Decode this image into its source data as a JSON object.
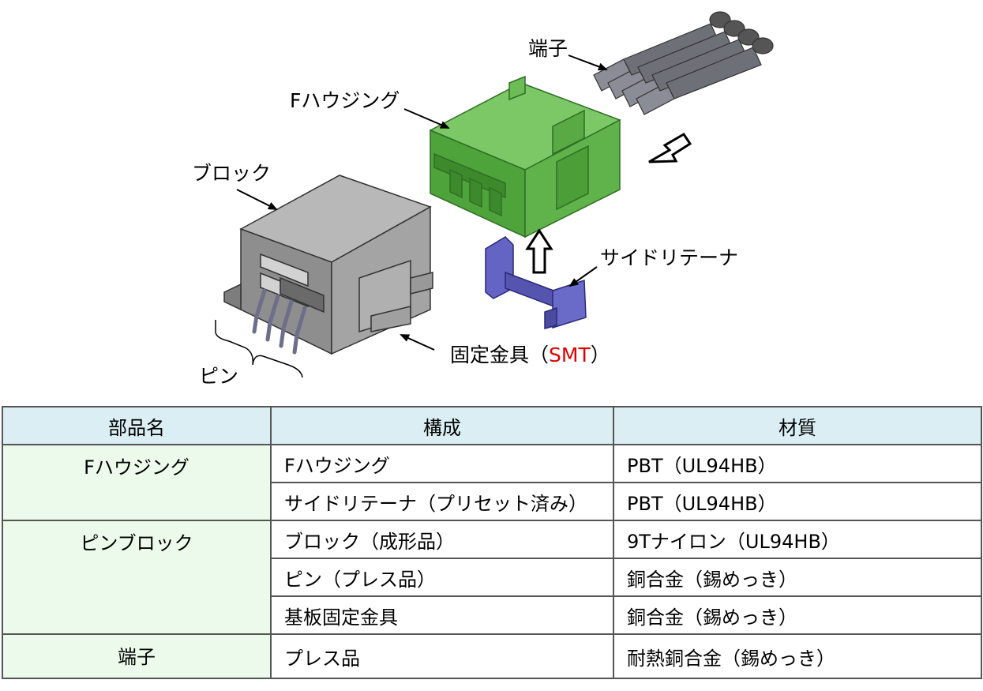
{
  "labels": {
    "terminal": "端子",
    "f_housing": "Fハウジング",
    "block": "ブロック",
    "side_retainer": "サイドリテーナ",
    "fixing_bracket": "固定金具（",
    "fixing_bracket_smt": "SMT",
    "fixing_bracket_close": "）",
    "pin": "ピン"
  },
  "colors": {
    "housing_green": "#5fb34a",
    "block_gray": "#9a9a9a",
    "retainer_blue": "#5a5ab8",
    "terminal_gray": "#7a7d86",
    "smt_red": "#e00000",
    "table_header": "#daeef3",
    "table_name_cell": "#ebfaeb"
  },
  "table": {
    "headers": [
      "部品名",
      "構成",
      "材質"
    ],
    "rows": [
      {
        "part": "Fハウジング",
        "rowspan": 2,
        "items": [
          {
            "component": "Fハウジング",
            "material": "PBT（UL94HB）"
          },
          {
            "component": "サイドリテーナ（プリセット済み）",
            "material": "PBT（UL94HB）"
          }
        ]
      },
      {
        "part": "ピンブロック",
        "rowspan": 3,
        "items": [
          {
            "component": "ブロック（成形品）",
            "material": "9Tナイロン（UL94HB）"
          },
          {
            "component": "ピン（プレス品）",
            "material": "銅合金（錫めっき）"
          },
          {
            "component": "基板固定金具",
            "material": "銅合金（錫めっき）"
          }
        ]
      },
      {
        "part": "端子",
        "rowspan": 1,
        "items": [
          {
            "component": "プレス品",
            "material": "耐熱銅合金（錫めっき）"
          }
        ]
      }
    ]
  }
}
